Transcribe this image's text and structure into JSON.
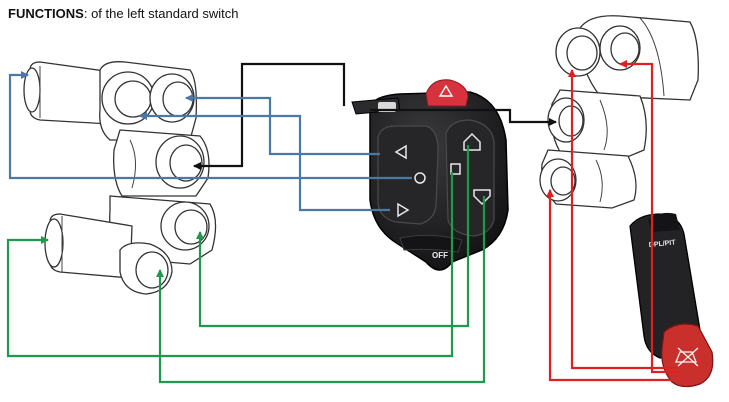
{
  "header": {
    "title_bold": "FUNCTIONS",
    "title_rest": ": of the left standard switch"
  },
  "switch": {
    "off_label": "OFF"
  },
  "remote": {
    "label": "DPL/PIT"
  },
  "colors": {
    "black_wire": "#111111",
    "blue_wire": "#4a79a8",
    "green_wire": "#1d9a4c",
    "red_wire": "#e02020",
    "hazard_button": "#d8323f",
    "switch_body": "#1c1c1e",
    "remote_body": "#232325",
    "remote_button": "#c9302c"
  }
}
